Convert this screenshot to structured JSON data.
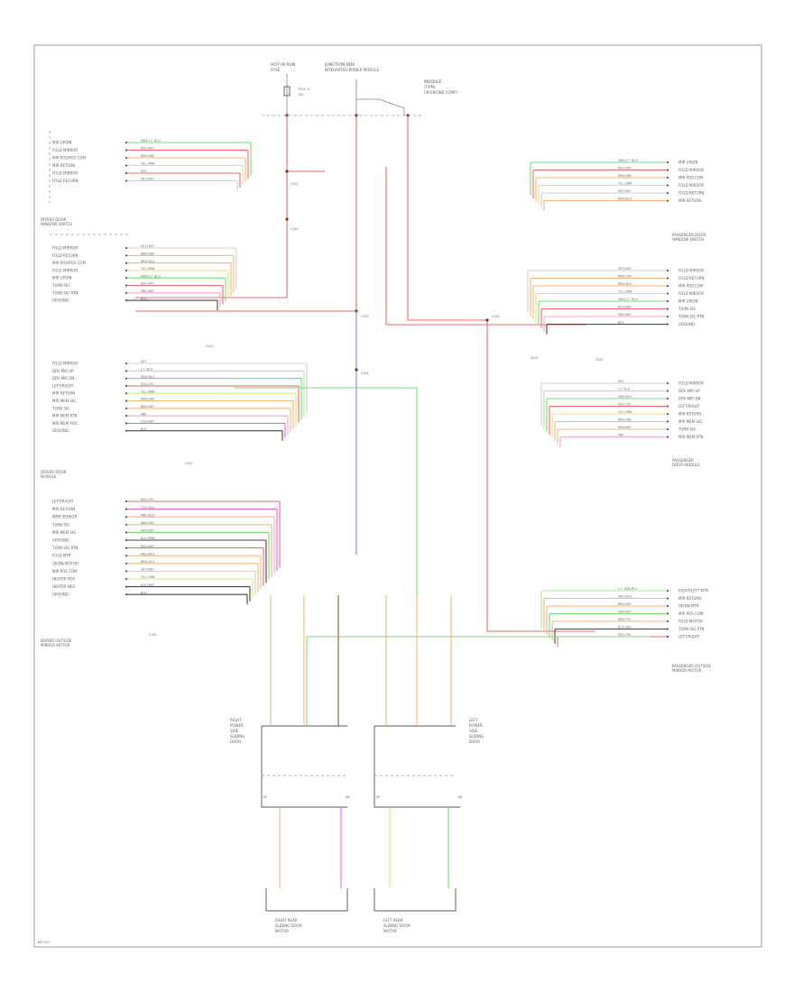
{
  "title": "",
  "figure_id": "W07434",
  "colors": {
    "white_wire": "#cfcfcf",
    "green_wire": "#77dd77",
    "orange_wire": "#f5b67a",
    "brown_wire": "#8b5a2b",
    "violet_wire": "#e066e0",
    "red_wire": "#f06a6a",
    "blue_wire": "#7a8ce0",
    "yellow_wire": "#e5e07a",
    "black_wire": "#444444",
    "pink_wire": "#f7a6c8",
    "light_green_wire": "#aee6a0"
  },
  "top": {
    "fuse_left": "HOT IN RUN",
    "fuse_left_sub": "FUSE",
    "junction": "JUNCTION BOX",
    "junction_sub": "INTEGRATED POWER MODULE",
    "fuse_id": "FUSE 9",
    "fuse_amp": "10A",
    "module_right": "MODULE",
    "module_right_sub": "(TIPM)",
    "module_right_sub2": "(IN ENGINE COMP)"
  },
  "splices": {
    "s1": "S101",
    "s2": "S102",
    "s3": "S103",
    "s4": "S104",
    "s5": "S105"
  },
  "left_switch_top": {
    "name": "DRIVER DOOR",
    "name2": "WINDOW SWITCH",
    "pins": [
      "MIR UP/DN",
      "FOLD MIRROR",
      "MIR POS/POS COM",
      "MIR RETURN",
      "FOLD MIRROR",
      "FOLD RETURN"
    ],
    "wire_codes": [
      "GRN/LT BLU",
      "RED/WHT",
      "BRN/ORG",
      "YEL/BRN",
      "RED",
      "GRY/WHT"
    ]
  },
  "left_switch_mid": {
    "pins": [
      "FOLD MIRROR",
      "FOLD RETURN",
      "MIR POS/POS COM",
      "FOLD MIRROR",
      "MIR UP/DN",
      "TURN SIG",
      "TURN SIG RTN",
      "GROUND"
    ],
    "wire_codes": [
      "GRY/WHT",
      "BRN/ORG",
      "BRN/BLK",
      "YEL/BRN",
      "GRN/LT BLU",
      "RED/WHT",
      "PNK/WHT",
      "BLK"
    ]
  },
  "left_switch_low": {
    "name": "DRIVER DOOR",
    "name2": "MODULE",
    "pins": [
      "FOLD MIRROR",
      "DRV MIR UP",
      "DRV MIR DN",
      "LEFT/RIGHT",
      "MIR RETURN",
      "MIR MEM SIG",
      "TURN SIG",
      "MIR MEM RTN",
      "MIR MEM POS",
      "GROUND"
    ],
    "wire_codes": [
      "GRY",
      "LT BLU",
      "GRN/BLU",
      "RED/YEL",
      "YEL/BRN",
      "BRN/ORG",
      "BRN/WHT",
      "PNK",
      "VIO/WHT",
      "BLK"
    ]
  },
  "left_switch_bottom": {
    "name": "DRIVER OUTSIDE",
    "name2": "MIRROR MOTOR",
    "pins": [
      "LEFT/RIGHT",
      "MIR RETURN",
      "MEM SENSOR",
      "TURN SIG",
      "MIR MEM SIG",
      "GROUND",
      "TURN SIG RTN",
      "FOLD MTR",
      "UP/DN MOTOR",
      "MIR POS COM",
      "HEATER POS",
      "HEATER NEG",
      "GROUND"
    ],
    "wire_codes": [
      "RED/YEL",
      "VIO/BLK",
      "PNK/BLK",
      "BRN/ORG",
      "GRN/WHT",
      "BLK/BRN",
      "RED/WHT",
      "ORG/BLU",
      "BRN/BLU",
      "GRY/WHT",
      "YEL/GRN",
      "BLK/WHT",
      "BLK"
    ]
  },
  "right_switch_top": {
    "name": "PASSENGER DOOR",
    "name2": "WINDOW SWITCH",
    "pins": [
      "MIR UP/DN",
      "FOLD MIRROR",
      "MIR POS COM",
      "FOLD MIRROR",
      "FOLD RETURN",
      "MIR RETURN"
    ],
    "wire_codes": [
      "GRN/LT BLU",
      "RED/WHT",
      "BRN/ORG",
      "YEL/BRN",
      "GRY/WHT",
      "BRN/BLK"
    ]
  },
  "right_switch_mid": {
    "pins": [
      "FOLD MIRROR",
      "FOLD RETURN",
      "MIR POS COM",
      "FOLD MIRROR",
      "MIR UP/DN",
      "TURN SIG",
      "TURN SIG RTN",
      "GROUND"
    ],
    "wire_codes": [
      "GRY/WHT",
      "BRN/ORG",
      "BRN/BLK",
      "YEL/BRN",
      "GRN/LT BLU",
      "RED/WHT",
      "PNK/WHT",
      "BLK"
    ]
  },
  "right_switch_low": {
    "name": "PASSENGER",
    "name2": "DOOR MODULE",
    "pins": [
      "FOLD MIRROR",
      "DRV MIR UP",
      "DRV MIR DN",
      "LEFT/RIGHT",
      "MIR RETURN",
      "MIR MEM SIG",
      "TURN SIG",
      "MIR MEM RTN"
    ],
    "wire_codes": [
      "GRY",
      "LT BLU",
      "GRN/BLU",
      "RED/YEL",
      "YEL/BRN",
      "BRN/ORG",
      "BRN/WHT",
      "PNK"
    ]
  },
  "right_switch_bottom": {
    "name": "PASSENGER OUTSIDE",
    "name2": "MIRROR MOTOR",
    "pins": [
      "RIGHT/LEFT MTR",
      "MIR RETURN",
      "UP/DN MTR",
      "MIR POS COM",
      "FOLD MOTOR",
      "TURN SIG RTN",
      "LEFT/RIGHT"
    ],
    "wire_codes": [
      "LT GRN/BLK",
      "ORG/BLK",
      "BRN/WHT",
      "GRN/WHT",
      "BRN/YEL",
      "BLK/WHT",
      "RED/YEL"
    ]
  },
  "ground_labels": {
    "g1": "G101",
    "g2": "G102",
    "g3": "G103",
    "g4": "G201",
    "g5": "G202"
  },
  "bottom_left_motor": {
    "name": "RIGHT",
    "name2": "POWER",
    "name3": "SIDE",
    "name4": "SLIDING",
    "name5": "DOOR",
    "pin_up": "UP",
    "pin_dn": "DN"
  },
  "bottom_right_motor": {
    "name": "LEFT",
    "name2": "POWER",
    "name3": "SIDE",
    "name4": "SLIDING",
    "name5": "DOOR",
    "pin_up": "UP",
    "pin_dn": "DN"
  },
  "bottom_labels": {
    "left_a": "RIGHT REAR",
    "left_b": "SLIDING DOOR",
    "left_c": "MOTOR",
    "right_a": "LEFT REAR",
    "right_b": "SLIDING DOOR",
    "right_c": "MOTOR"
  }
}
